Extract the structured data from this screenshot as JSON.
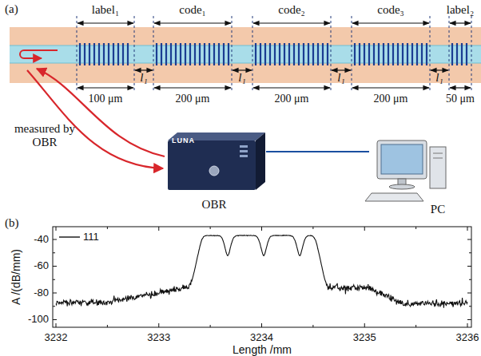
{
  "diagram": {
    "nodes": [
      {
        "text": [
          "LUNA",
          "OBR"
        ]
      },
      {
        "text": [
          "PC"
        ]
      }
    ],
    "edges": [
      {
        "from": 0,
        "to": 1,
        "arrow": "none"
      }
    ],
    "labels": [
      "(a)",
      "label₁",
      "code₁",
      "code₂",
      "code₃",
      "label₂",
      "l₁",
      "l₁",
      "l₁",
      "l₁",
      "100 μm",
      "200 μm",
      "200 μm",
      "200 μm",
      "50 μm",
      "measured by OBR",
      "(b)",
      "-40",
      "-60",
      "-80",
      "-100",
      "3232",
      "3233",
      "3234",
      "3235",
      "3236",
      "A /(dB/mm)",
      "Length /mm"
    ],
    "legend": [
      {
        "text": "111"
      }
    ]
  }
}
